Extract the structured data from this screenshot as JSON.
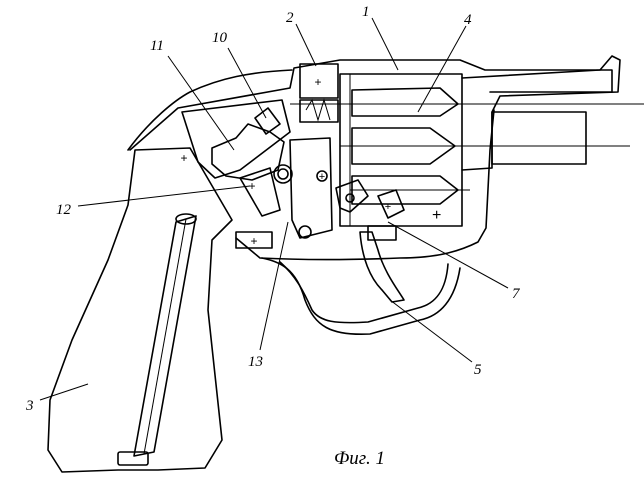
{
  "figure": {
    "caption": "Фиг. 1",
    "callouts": [
      {
        "id": "c1",
        "text": "1"
      },
      {
        "id": "c2",
        "text": "2"
      },
      {
        "id": "c3",
        "text": "3"
      },
      {
        "id": "c4",
        "text": "4"
      },
      {
        "id": "c5",
        "text": "5"
      },
      {
        "id": "c7",
        "text": "7"
      },
      {
        "id": "c10",
        "text": "10"
      },
      {
        "id": "c11",
        "text": "11"
      },
      {
        "id": "c12",
        "text": "12"
      },
      {
        "id": "c13",
        "text": "13"
      }
    ]
  }
}
